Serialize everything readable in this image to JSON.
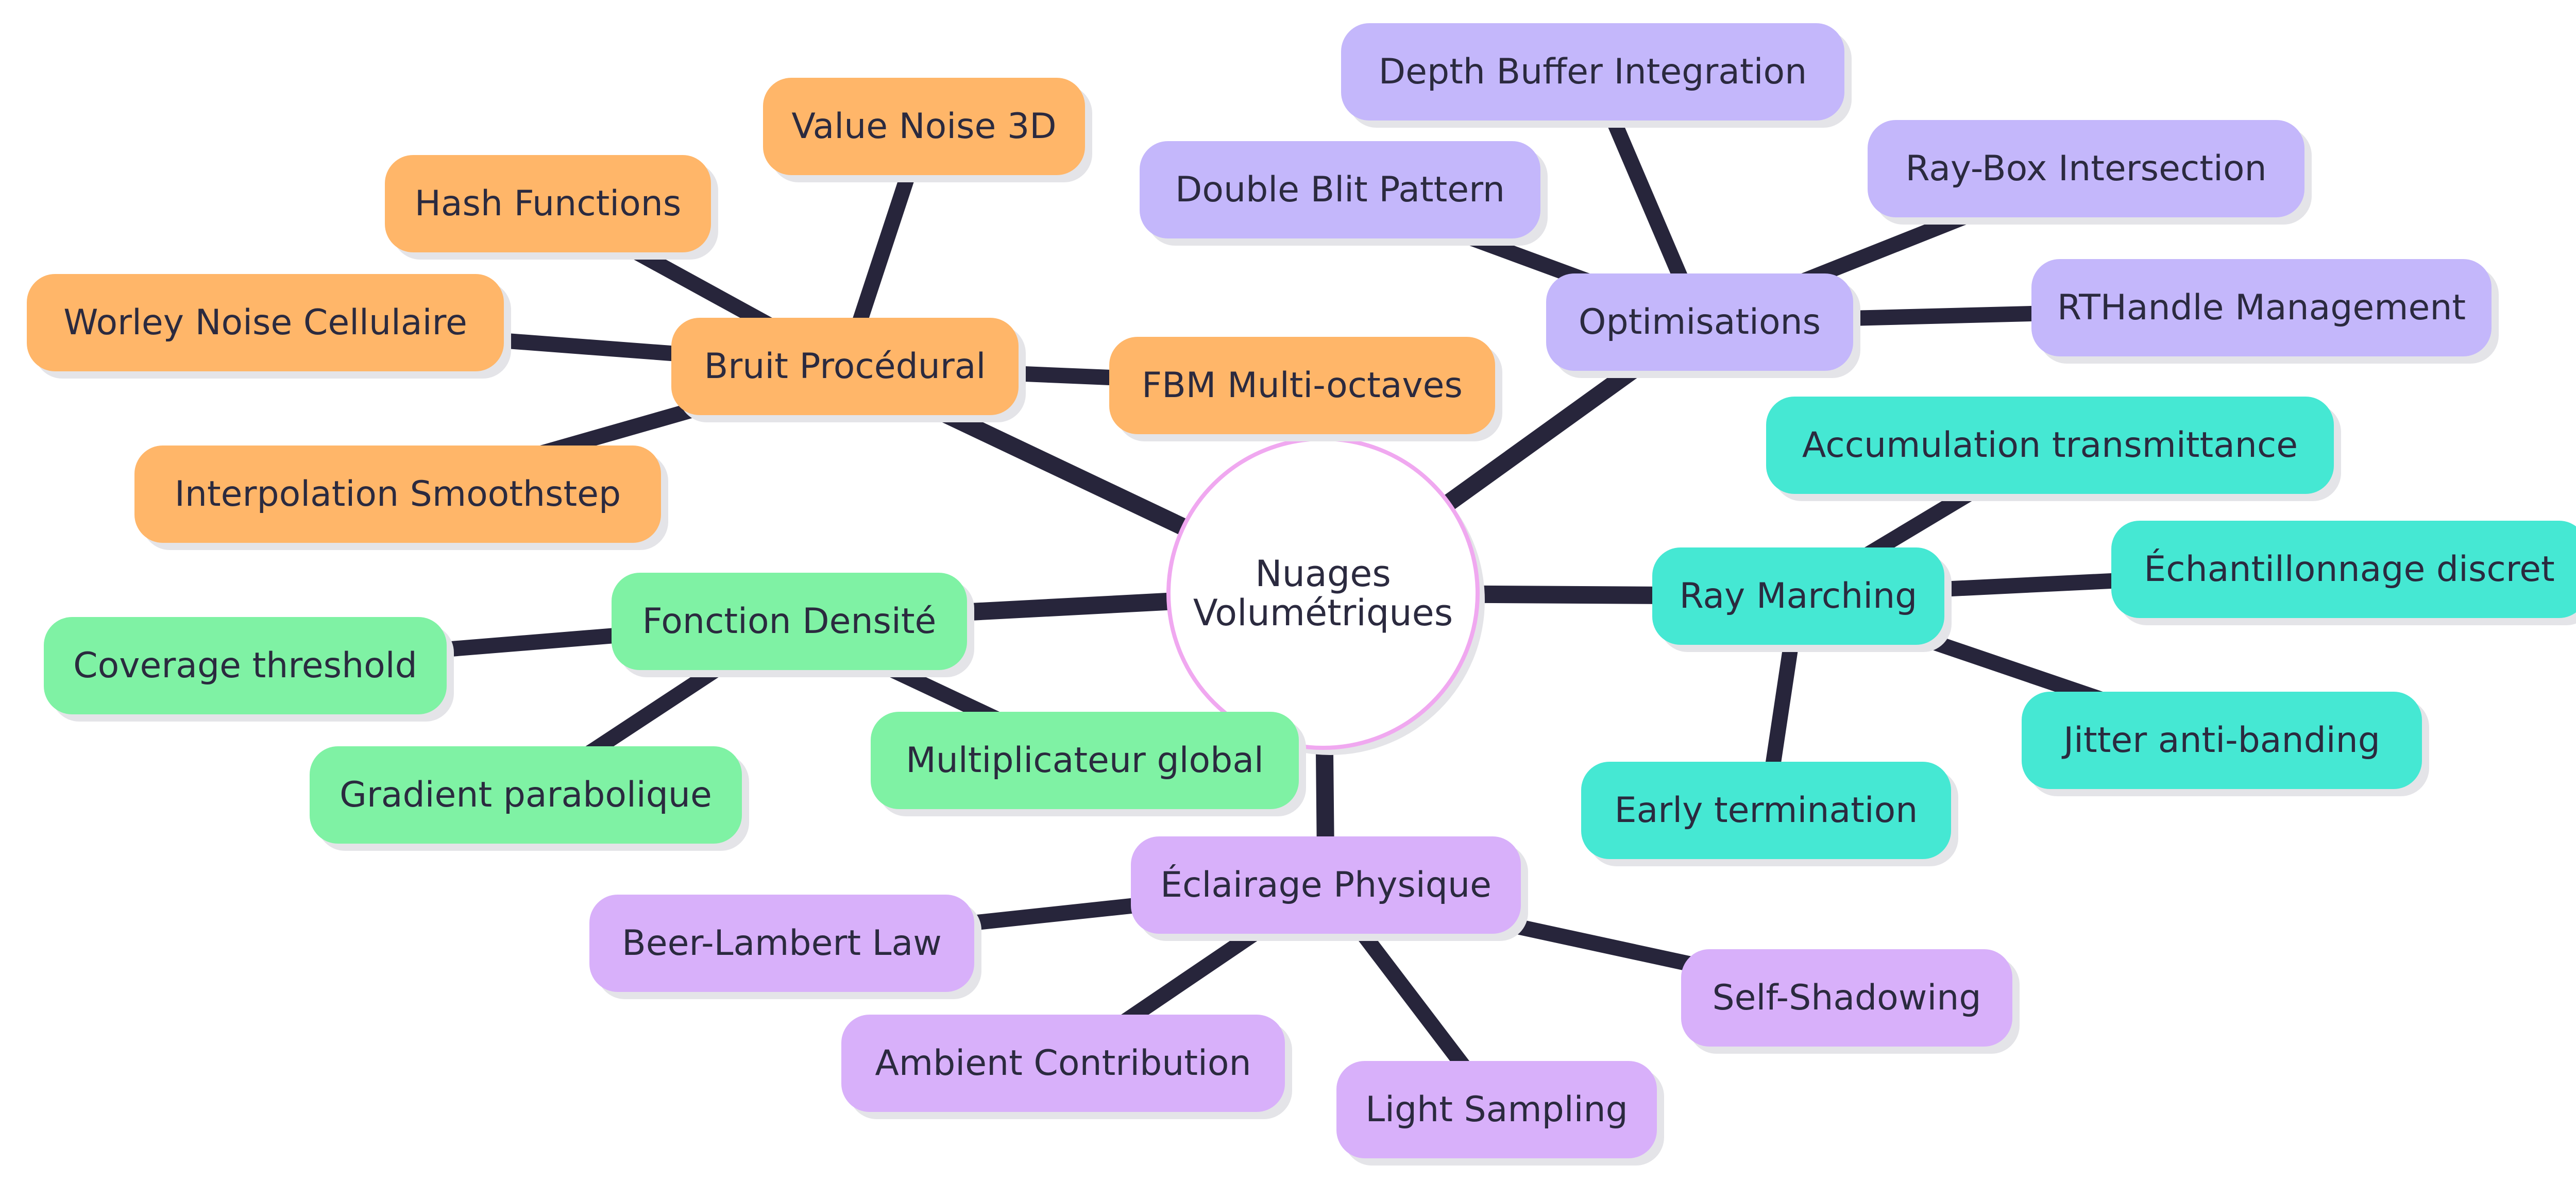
{
  "mindmap": {
    "root": {
      "label_line1": "Nuages",
      "label_line2": "Volumétriques",
      "border_color": "#f0a8f0"
    },
    "branches": [
      {
        "label": "Bruit Procédural",
        "color": "#ffb669",
        "children": [
          "Value Noise 3D",
          "Hash Functions",
          "Worley Noise Cellulaire",
          "Interpolation Smoothstep",
          "FBM Multi-octaves"
        ]
      },
      {
        "label": "Optimisations",
        "color": "#c4b7fb",
        "children": [
          "Depth Buffer Integration",
          "Double Blit Pattern",
          "Ray-Box Intersection",
          "RTHandle Management"
        ]
      },
      {
        "label": "Ray Marching",
        "color": "#45e8d3",
        "children": [
          "Accumulation transmittance",
          "Échantillonnage discret",
          "Jitter anti-banding",
          "Early termination"
        ]
      },
      {
        "label": "Éclairage Physique",
        "color": "#d8b0fa",
        "children": [
          "Beer-Lambert Law",
          "Ambient Contribution",
          "Light Sampling",
          "Self-Shadowing"
        ]
      },
      {
        "label": "Fonction Densité",
        "color": "#7ff2a4",
        "children": [
          "Coverage threshold",
          "Gradient parabolique",
          "Multiplicateur global"
        ]
      }
    ],
    "edge_color": "#27253b",
    "shadow_color": "#e4e4e8"
  }
}
